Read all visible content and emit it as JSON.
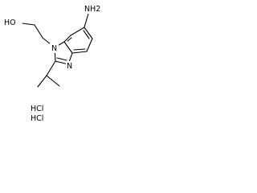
{
  "molecule": {
    "substituents": {
      "amine": "NH2",
      "hydroxyl": "HO"
    },
    "ring_atoms": {
      "n1": "N",
      "n3": "N"
    },
    "salts": [
      "HCl",
      "HCl"
    ]
  }
}
